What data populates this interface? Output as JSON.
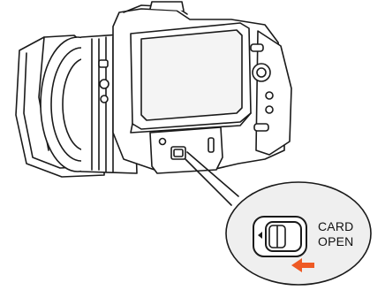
{
  "callout": {
    "line1": "CARD",
    "line2": "OPEN"
  },
  "colors": {
    "outline": "#1a1a1a",
    "bubble": "#efefef",
    "arrow": "#ee5a24",
    "screen": "#f4f4f4"
  },
  "icons": [
    "camera-body",
    "lens-hood",
    "lcd-screen",
    "card-slot-cover",
    "card-open-switch",
    "arrow-left-icon",
    "triangle-left-icon"
  ]
}
